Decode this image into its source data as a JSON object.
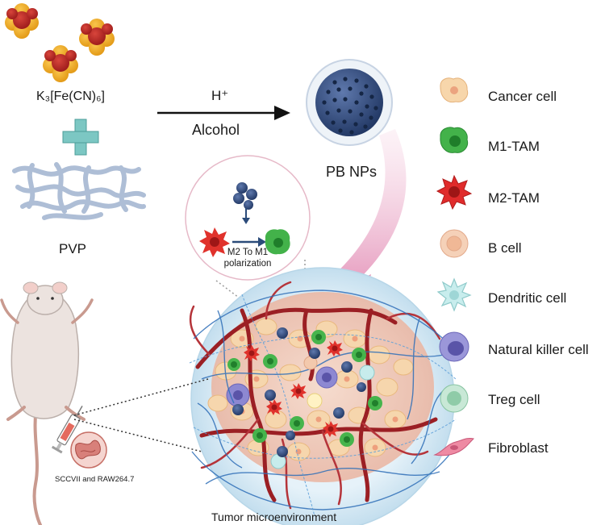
{
  "synthesis": {
    "precursor_label": "K₃[Fe(CN)₆]",
    "polymer_label": "PVP",
    "condition_top": "H⁺",
    "condition_bottom": "Alcohol",
    "product_label": "PB NPs"
  },
  "inset": {
    "line1": "M2 To M1",
    "line2": "polarization"
  },
  "injection": {
    "cells_label": "SCCVII and RAW264.7"
  },
  "tumor": {
    "label": "Tumor microenvironment"
  },
  "legend": {
    "items": [
      {
        "label": "Cancer cell",
        "icon": "cancer-cell-icon",
        "color": "#f6d2a6"
      },
      {
        "label": "M1-TAM",
        "icon": "m1-tam-icon",
        "color": "#3fae3c"
      },
      {
        "label": "M2-TAM",
        "icon": "m2-tam-icon",
        "color": "#e02b2b"
      },
      {
        "label": "B cell",
        "icon": "b-cell-icon",
        "color": "#f3c9ad"
      },
      {
        "label": "Dendritic cell",
        "icon": "dendritic-cell-icon",
        "color": "#bfe6e6"
      },
      {
        "label": "Natural killer cell",
        "icon": "nk-cell-icon",
        "color": "#8a86cf"
      },
      {
        "label": "Treg cell",
        "icon": "treg-cell-icon",
        "color": "#a7d8bf"
      },
      {
        "label": "Fibroblast",
        "icon": "fibroblast-icon",
        "color": "#e86a8a"
      }
    ]
  },
  "colors": {
    "nanoparticle": "#2e4a7d",
    "vessel": "#9b1f24",
    "fiber": "#2f6fb8",
    "tumor_halo": "#cfe6f2",
    "cross": "#6fc3c0",
    "arrow_pink": "#e9a9c6"
  }
}
